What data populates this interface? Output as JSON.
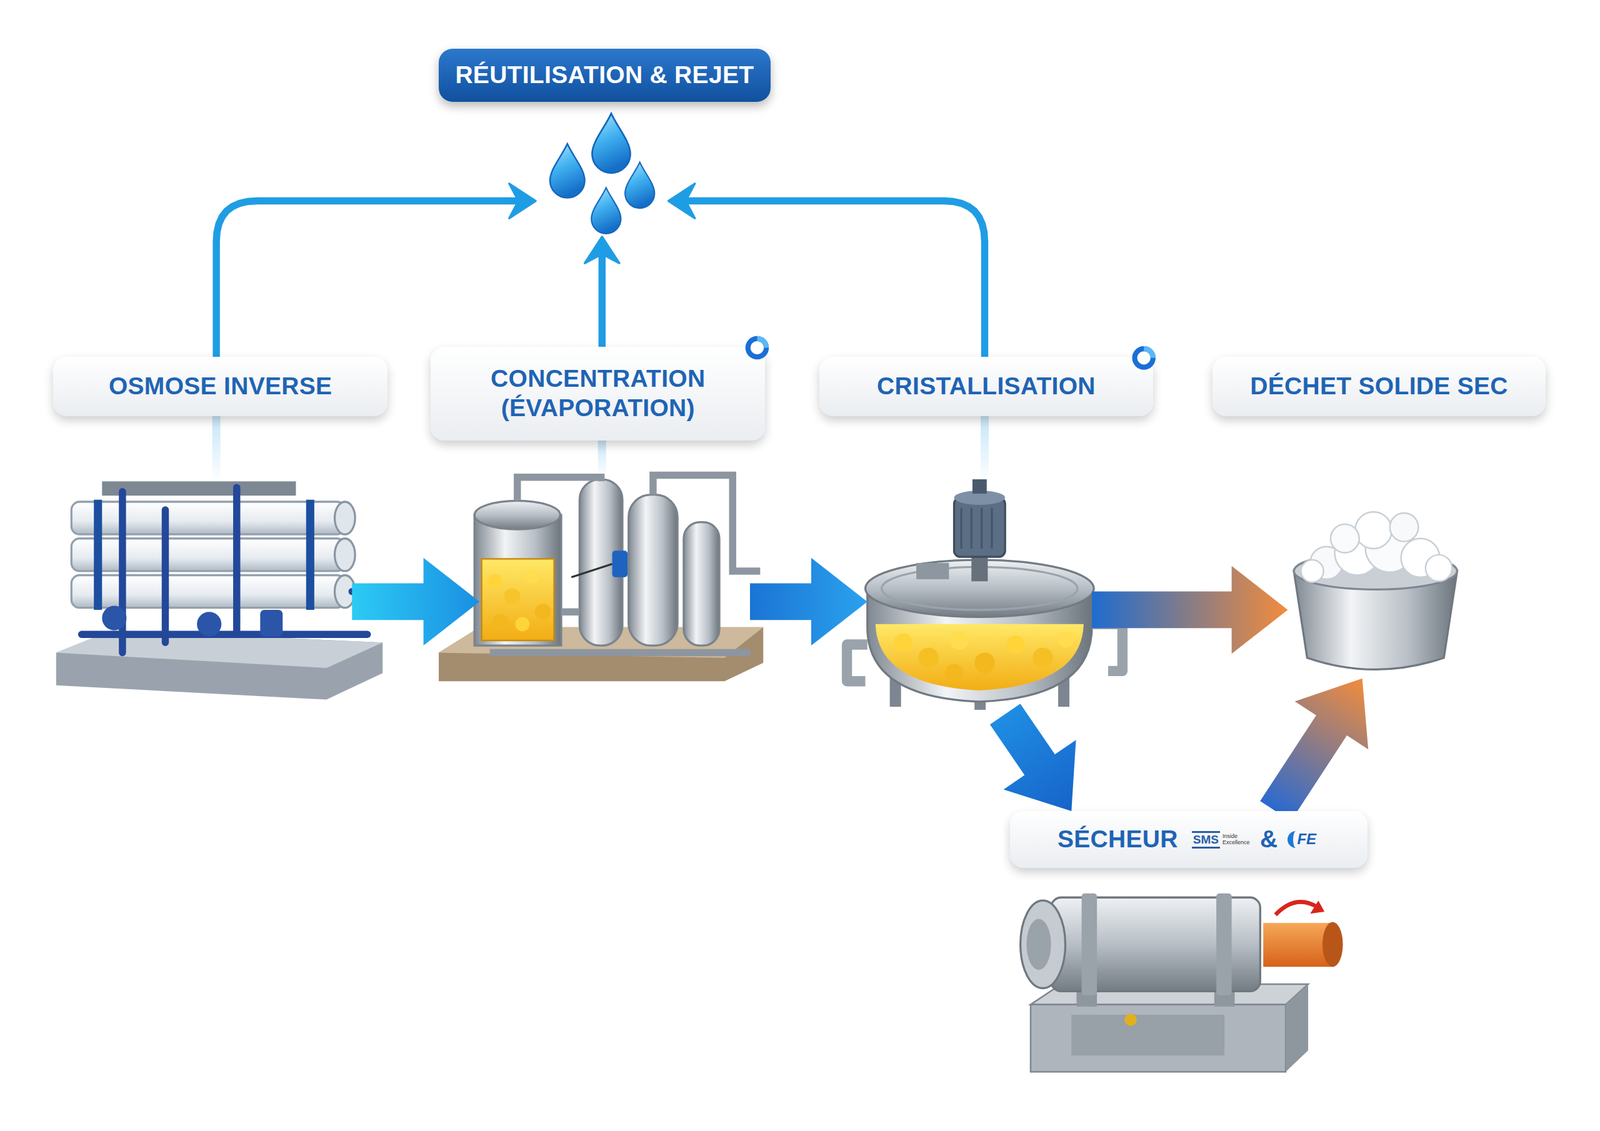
{
  "diagram": {
    "nodes": [
      {
        "text": [
          "RÉUTILISATION & REJET"
        ]
      },
      {
        "text": [
          "OSMOSE INVERSE"
        ]
      },
      {
        "text": [
          "CONCENTRATION (ÉVAPORATION)"
        ]
      },
      {
        "text": [
          "CRISTALLISATION"
        ]
      },
      {
        "text": [
          "DÉCHET SOLIDE SEC"
        ]
      },
      {
        "text": [
          "SÉCHEUR",
          "SMS",
          "Inside Excellence",
          "&",
          "FE"
        ]
      }
    ],
    "edges": [
      {
        "from": 1,
        "to": 0,
        "arrow": "to"
      },
      {
        "from": 2,
        "to": 0,
        "arrow": "to"
      },
      {
        "from": 3,
        "to": 0,
        "arrow": "to"
      },
      {
        "from": 1,
        "to": 2,
        "arrow": "to"
      },
      {
        "from": 2,
        "to": 3,
        "arrow": "to"
      },
      {
        "from": 3,
        "to": 4,
        "arrow": "to"
      },
      {
        "from": 3,
        "to": 5,
        "arrow": "to"
      },
      {
        "from": 5,
        "to": 4,
        "arrow": "to"
      }
    ]
  }
}
